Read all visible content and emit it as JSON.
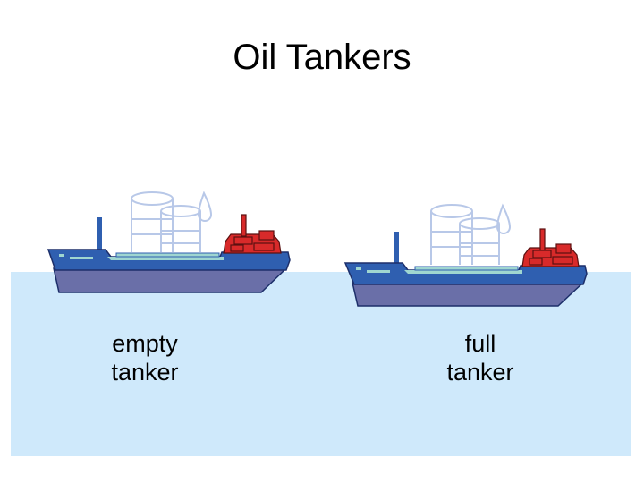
{
  "slide": {
    "title": "Oil Tankers",
    "water_color": "#cfe9fb"
  },
  "ships": [
    {
      "id": "empty",
      "label_line1": "empty",
      "label_line2": "tanker",
      "state": "empty"
    },
    {
      "id": "full",
      "label_line1": "full",
      "label_line2": "tanker",
      "state": "full"
    }
  ],
  "colors": {
    "hull_upper": "#2f5fb0",
    "hull_lower": "#6a6fa8",
    "deck_line": "#9fd6d0",
    "superstructure": "#d82a2a",
    "tank_outline": "#b8c8e8"
  }
}
